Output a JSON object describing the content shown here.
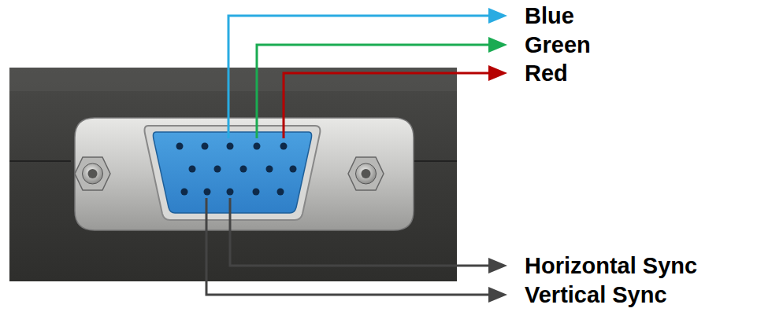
{
  "diagram": {
    "labels": [
      "Blue",
      "Green",
      "Red",
      "Horizontal Sync",
      "Vertical Sync"
    ]
  }
}
